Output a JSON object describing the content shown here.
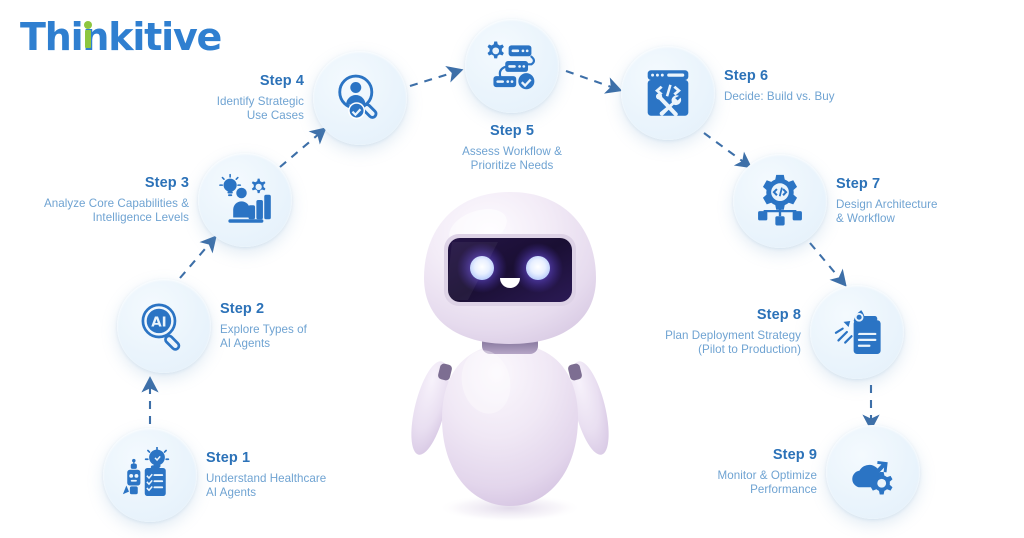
{
  "brand": {
    "name": "Thinkitive",
    "color_blue": "#2f7fd0",
    "color_green": "#8dc63f",
    "dot_icon": "green-dot-over-i"
  },
  "theme": {
    "background": "#ffffff",
    "bubble_fill": "#eaf4fc",
    "icon_color": "#2b74c4",
    "title_color": "#2c72b8",
    "desc_color": "#6fa3d2",
    "arrow_color": "#3d6fa8"
  },
  "mascot": {
    "name": "healthcare-ai-robot",
    "body_color": "#ece1f2",
    "screen_color": "#1c1034",
    "eye_glow_color": "#8f7bff",
    "eye_color": "#eef3ff",
    "mouth_color": "#ffffff",
    "expression": "smiling"
  },
  "flow": {
    "direction": "left-to-right arc",
    "connector_style": "dashed-arrow",
    "steps": [
      {
        "id": 1,
        "title": "Step 1",
        "desc": "Understand Healthcare\nAI Agents",
        "desc_lines": [
          "Understand Healthcare",
          "AI Agents"
        ],
        "icon": "robot-lightbulb-checklist-icon",
        "caption_side": "right"
      },
      {
        "id": 2,
        "title": "Step 2",
        "desc": "Explore Types of\nAI Agents",
        "desc_lines": [
          "Explore Types of",
          "AI Agents"
        ],
        "icon": "ai-magnifier-icon",
        "caption_side": "right"
      },
      {
        "id": 3,
        "title": "Step 3",
        "desc": "Analyze Core Capabilities &\nIntelligence Levels",
        "desc_lines": [
          "Analyze Core Capabilities &",
          "Intelligence Levels"
        ],
        "icon": "lightbulb-gear-bargraph-icon",
        "caption_side": "left"
      },
      {
        "id": 4,
        "title": "Step 4",
        "desc": "Identify Strategic\nUse Cases",
        "desc_lines": [
          "Identify Strategic",
          "Use Cases"
        ],
        "icon": "person-magnifier-check-icon",
        "caption_side": "left"
      },
      {
        "id": 5,
        "title": "Step 5",
        "desc": "Assess Workflow &\nPrioritize Needs",
        "desc_lines": [
          "Assess Workflow &",
          "Prioritize Needs"
        ],
        "icon": "workflow-nodes-check-icon",
        "caption_side": "below"
      },
      {
        "id": 6,
        "title": "Step 6",
        "desc": "Decide: Build vs. Buy",
        "desc_lines": [
          "Decide: Build vs. Buy"
        ],
        "icon": "browser-code-tools-icon",
        "caption_side": "right"
      },
      {
        "id": 7,
        "title": "Step 7",
        "desc": "Design Architecture\n& Workflow",
        "desc_lines": [
          "Design Architecture",
          "& Workflow"
        ],
        "icon": "gear-code-architecture-icon",
        "caption_side": "right"
      },
      {
        "id": 8,
        "title": "Step 8",
        "desc": "Plan Deployment Strategy\n(Pilot to Production)",
        "desc_lines": [
          "Plan Deployment Strategy",
          "(Pilot to Production)"
        ],
        "icon": "rocket-launch-document-icon",
        "caption_side": "left"
      },
      {
        "id": 9,
        "title": "Step 9",
        "desc": "Monitor & Optimize\nPerformance",
        "desc_lines": [
          "Monitor & Optimize",
          "Performance"
        ],
        "icon": "cloud-growth-gear-icon",
        "caption_side": "left"
      }
    ]
  }
}
